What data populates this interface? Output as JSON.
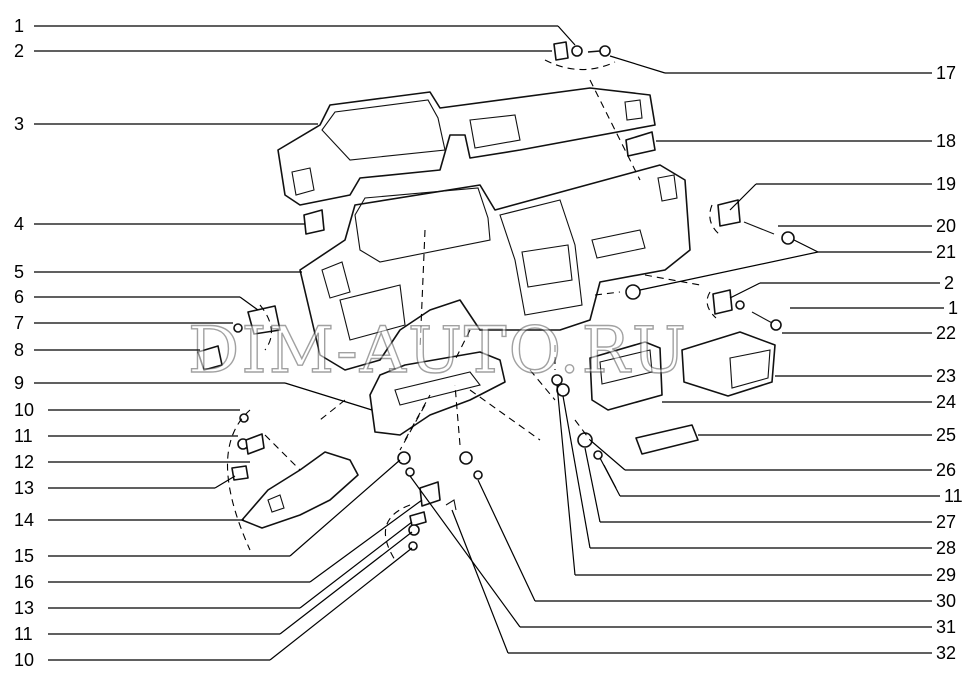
{
  "watermark": "DIM-AUTO.RU",
  "callouts_left": [
    "1",
    "2",
    "3",
    "4",
    "5",
    "6",
    "7",
    "8",
    "9",
    "10",
    "11",
    "12",
    "13",
    "14",
    "15",
    "16",
    "13",
    "11",
    "10"
  ],
  "callouts_right": [
    "17",
    "18",
    "19",
    "20",
    "21",
    "2",
    "1",
    "22",
    "23",
    "24",
    "25",
    "26",
    "11",
    "27",
    "28",
    "29",
    "30",
    "31",
    "32"
  ]
}
